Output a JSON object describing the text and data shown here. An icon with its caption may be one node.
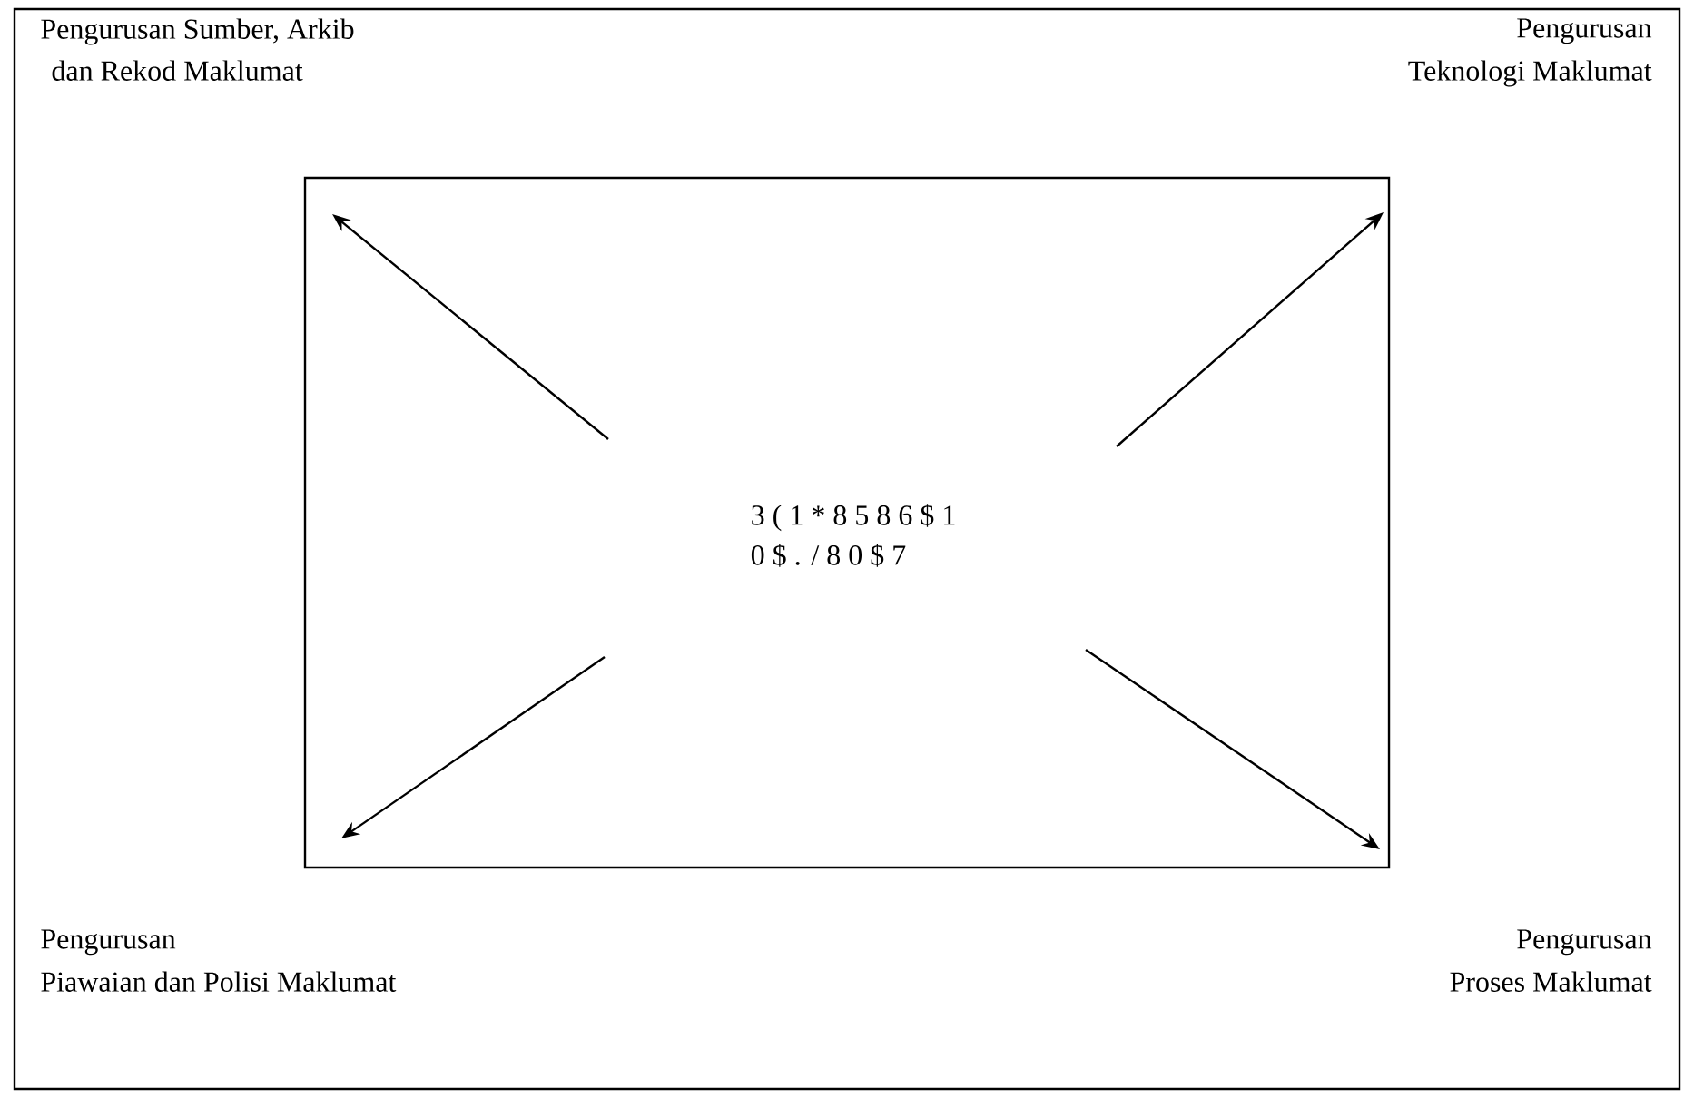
{
  "diagram": {
    "nodes": [
      {
        "text": [
          "3 ( 1 * 8 5 8 6 $ 1",
          "0 $ . / 8 0 $ 7"
        ]
      }
    ],
    "labels": [
      "Pengurusan Sumber, Arkib",
      "dan Rekod Maklumat",
      "Pengurusan",
      "Teknologi Maklumat",
      "Pengurusan",
      "Piawaian dan Polisi Maklumat",
      "Pengurusan",
      "Proses Maklumat"
    ]
  }
}
